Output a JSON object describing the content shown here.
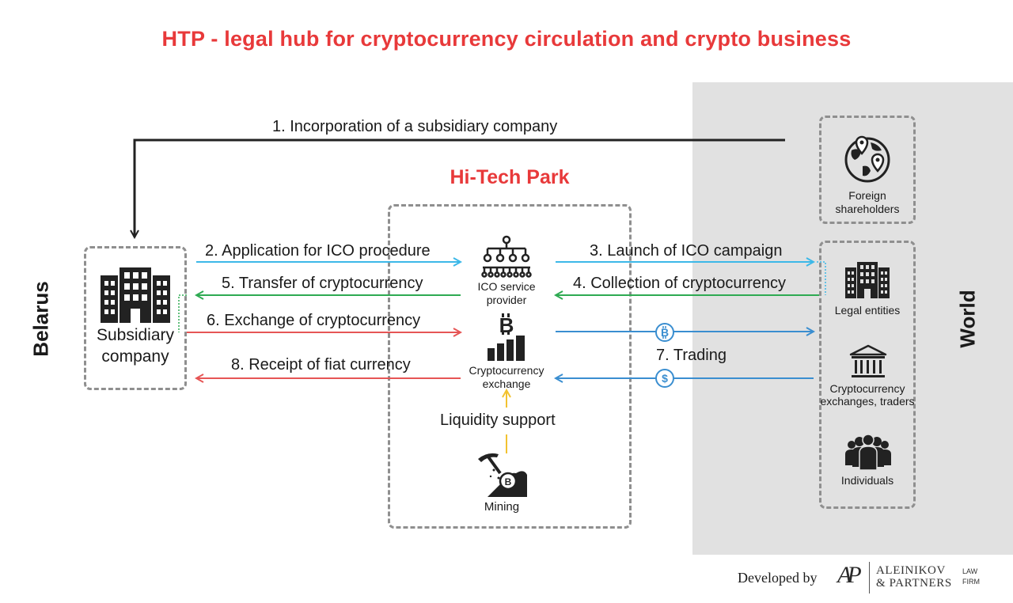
{
  "title": "HTP - legal hub for cryptocurrency circulation and crypto business",
  "hub_label": "Hi-Tech Park",
  "left_region": "Belarus",
  "right_region": "World",
  "nodes": {
    "subsidiary": "Subsidiary company",
    "ico_provider": "ICO service provider",
    "crypto_exchange": "Cryptocurrency exchange",
    "mining": "Mining",
    "foreign_shareholders": "Foreign shareholders",
    "legal_entities": "Legal entities",
    "exchanges_traders": "Cryptocurrency exchanges, traders",
    "individuals": "Individuals"
  },
  "flows": {
    "f1": "1. Incorporation of a subsidiary company",
    "f2": "2. Application for ICO procedure",
    "f3": "3. Launch of ICO campaign",
    "f4": "4. Collection of cryptocurrency",
    "f5": "5. Transfer of cryptocurrency",
    "f6": "6. Exchange of cryptocurrency",
    "f7": "7. Trading",
    "f8": "8. Receipt of fiat currency",
    "liquidity": "Liquidity support"
  },
  "colors": {
    "title_red": "#e8393a",
    "cyan": "#3cb8e8",
    "green": "#2eaa52",
    "red": "#e65555",
    "blue": "#3a8ed0",
    "yellow": "#f2c230",
    "black": "#222222",
    "world_bg": "#e1e1e1"
  },
  "icons": {
    "subsidiary": "building-icon",
    "ico_provider": "org-hierarchy-icon",
    "crypto_exchange": "bitcoin-bar-chart-icon",
    "mining": "pickaxe-bitcoin-icon",
    "foreign_shareholders": "globe-pins-icon",
    "legal_entities": "office-building-icon",
    "exchanges_traders": "bank-columns-icon",
    "individuals": "people-group-icon",
    "trading_bitcoin": "bitcoin-coin-icon",
    "trading_dollar": "dollar-coin-icon"
  },
  "footer": {
    "developed_by": "Developed by",
    "logo_mark": "AP",
    "firm_line1": "ALEINIKOV",
    "firm_line2": "& PARTNERS",
    "firm_type_line1": "LAW",
    "firm_type_line2": "FIRM"
  }
}
